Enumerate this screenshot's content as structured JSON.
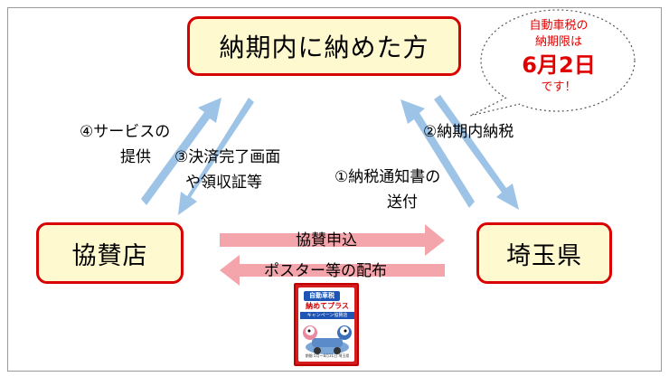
{
  "nodes": {
    "top": "納期内に納めた方",
    "left": "協賛店",
    "right": "埼玉県"
  },
  "labels": {
    "service_1": "④サービスの",
    "service_2": "提供",
    "payment_1": "③決済完了画面",
    "payment_2": "や領収証等",
    "tax_on_time": "②納期内納税",
    "notice_1": "①納税通知書の",
    "notice_2": "送付",
    "sponsor_apply": "協賛申込",
    "poster_dist": "ポスター等の配布"
  },
  "bubble": {
    "line1": "自動車税の",
    "line2": "納期限は",
    "date": "6月2日",
    "line4": "です！"
  },
  "sticker": {
    "line1": "自動車税",
    "line2": "納めてプラス",
    "line3": "キャンペーン協賛店",
    "line4": "期間 5月〜8月31日 埼玉県"
  },
  "colors": {
    "node_border": "#d80000",
    "node_fill": "#fff9cf",
    "blue_arrow": "#9dc3e6",
    "pink_arrow": "#f4a5ab",
    "bubble_text": "#e00000"
  }
}
